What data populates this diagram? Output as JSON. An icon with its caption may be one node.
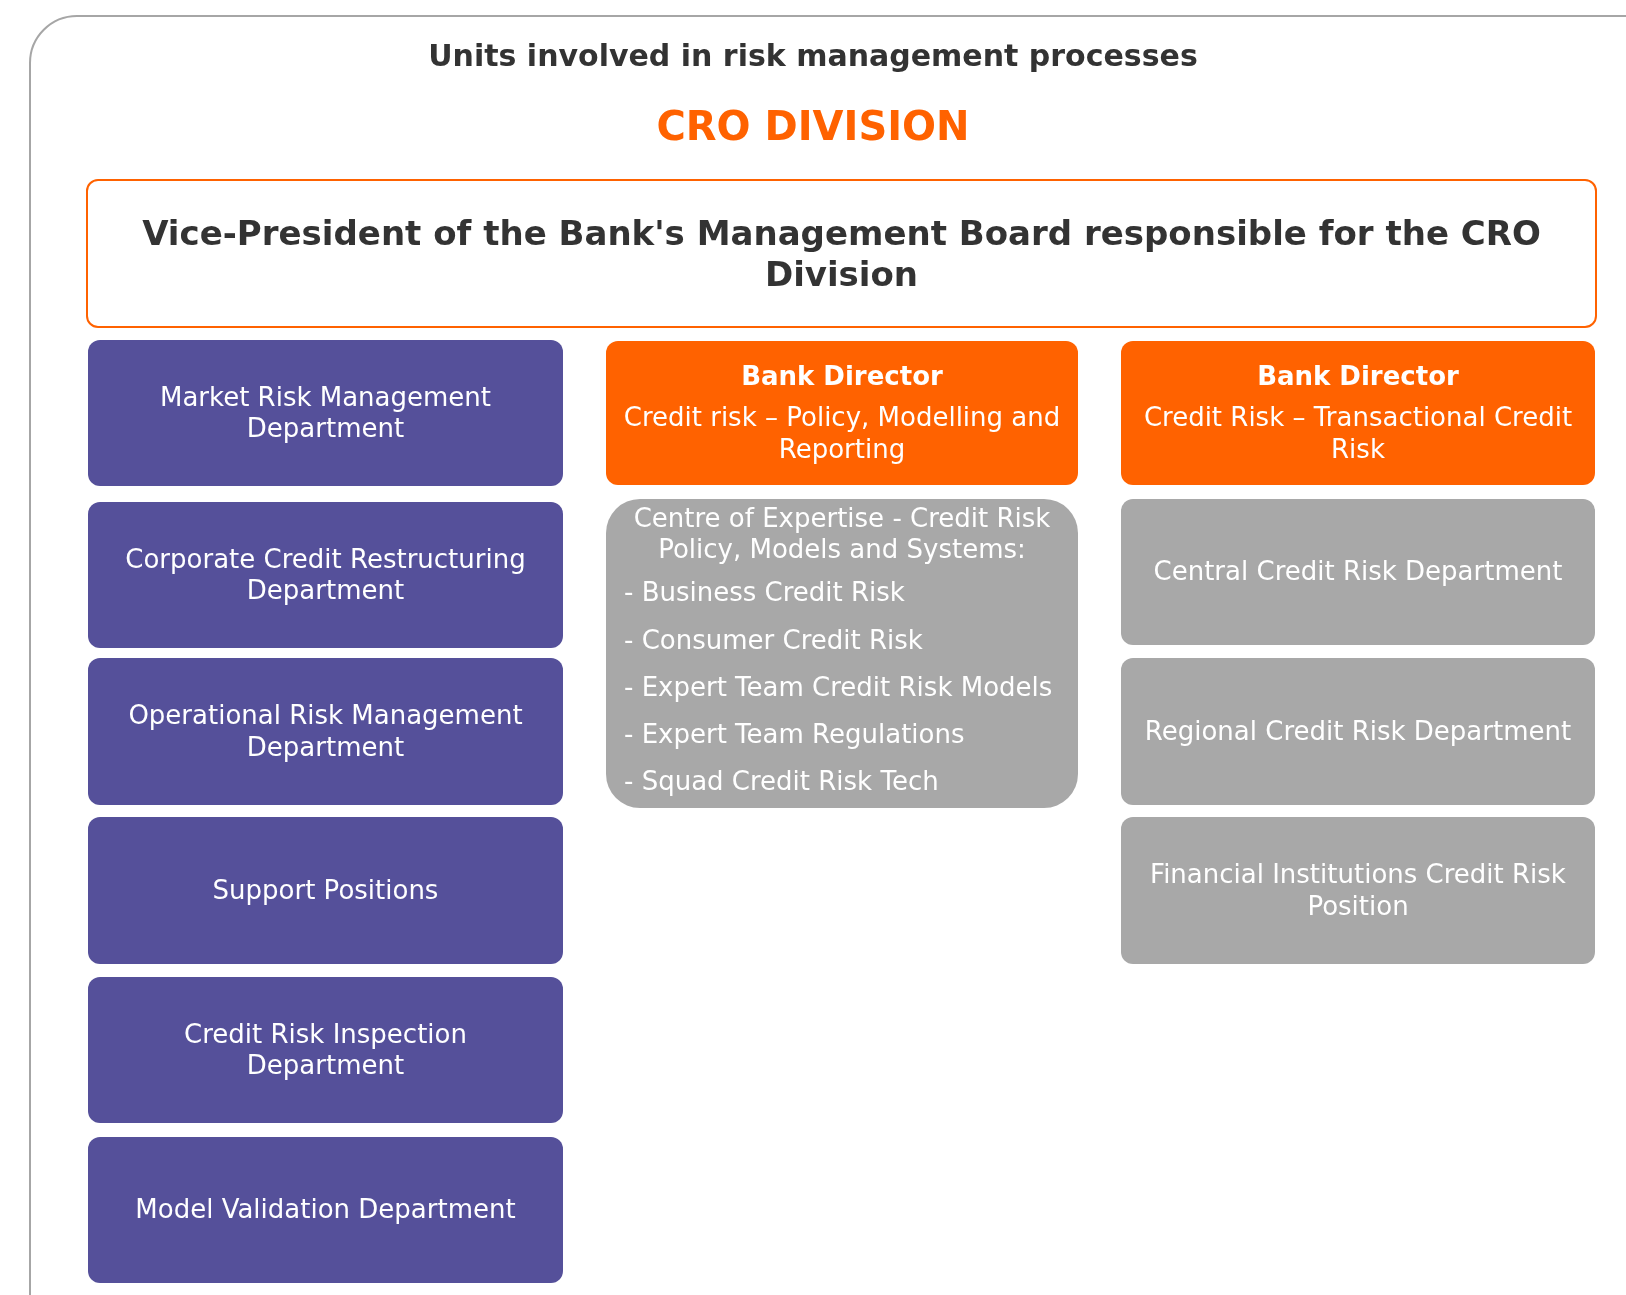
{
  "diagram": {
    "title": "Units involved in risk management processes",
    "labels": [
      "CRO DIVISION"
    ],
    "nodes": [
      {
        "text": [
          "Vice-President of the Bank's Management Board responsible for the CRO Division"
        ]
      },
      {
        "text": [
          "Market Risk Management Department"
        ]
      },
      {
        "text": [
          "Corporate Credit Restructuring Department"
        ]
      },
      {
        "text": [
          "Operational Risk Management Department"
        ]
      },
      {
        "text": [
          "Support Positions"
        ]
      },
      {
        "text": [
          "Credit Risk Inspection Department"
        ]
      },
      {
        "text": [
          "Model Validation Department"
        ]
      },
      {
        "text": [
          "Bank Director",
          "Credit risk – Policy, Modelling and Reporting"
        ]
      },
      {
        "text": [
          "Centre of Expertise - Credit Risk Policy, Models and Systems:",
          "- Business Credit Risk",
          "- Consumer Credit Risk",
          "- Expert Team Credit Risk Models",
          "- Expert Team Regulations",
          "- Squad Credit Risk Tech"
        ]
      },
      {
        "text": [
          "Bank Director",
          "Credit Risk – Transactional Credit Risk"
        ]
      },
      {
        "text": [
          "Central Credit Risk Department"
        ]
      },
      {
        "text": [
          "Regional Credit Risk Department"
        ]
      },
      {
        "text": [
          "Financial Institutions Credit Risk Position"
        ]
      }
    ]
  }
}
